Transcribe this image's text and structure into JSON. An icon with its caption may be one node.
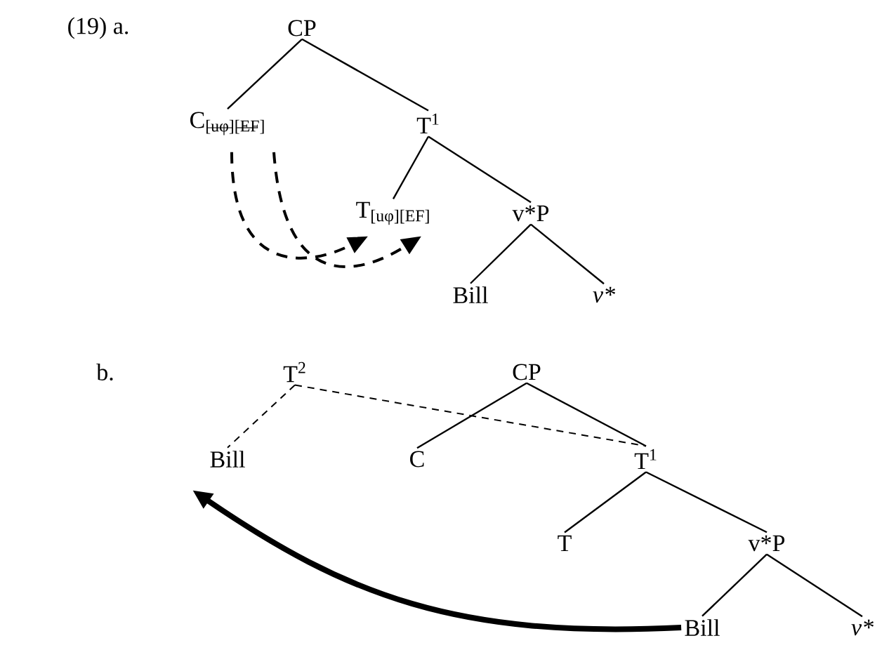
{
  "diagram": {
    "nodes": [
      {
        "text": [
          "CP"
        ]
      },
      {
        "text": [
          "C$_{[uφ][EF]}$"
        ]
      },
      {
        "text": [
          "T$^{1}$"
        ]
      },
      {
        "text": [
          "T$_{[uφ][EF]}$"
        ]
      },
      {
        "text": [
          "v*P"
        ]
      },
      {
        "text": [
          "Bill"
        ]
      },
      {
        "text": [
          "v*"
        ]
      },
      {
        "text": [
          "T$^{2}$"
        ]
      },
      {
        "text": [
          "CP"
        ]
      },
      {
        "text": [
          "Bill"
        ]
      },
      {
        "text": [
          "C"
        ]
      },
      {
        "text": [
          "T$^{1}$"
        ]
      },
      {
        "text": [
          "T"
        ]
      },
      {
        "text": [
          "v*P"
        ]
      },
      {
        "text": [
          "Bill"
        ]
      },
      {
        "text": [
          "v*"
        ]
      }
    ],
    "edges": [
      {
        "from": 0,
        "to": 1,
        "arrow": "none"
      },
      {
        "from": 0,
        "to": 2,
        "arrow": "none"
      },
      {
        "from": 2,
        "to": 3,
        "arrow": "none"
      },
      {
        "from": 2,
        "to": 4,
        "arrow": "none"
      },
      {
        "from": 4,
        "to": 5,
        "arrow": "none"
      },
      {
        "from": 4,
        "to": 6,
        "arrow": "none"
      },
      {
        "from": 1,
        "to": 3,
        "arrow": "to",
        "style": "dashed"
      },
      {
        "from": 1,
        "to": 3,
        "arrow": "to",
        "style": "dashed"
      },
      {
        "from": 7,
        "to": 9,
        "arrow": "none",
        "style": "dashed"
      },
      {
        "from": 7,
        "to": 11,
        "arrow": "none",
        "style": "dashed"
      },
      {
        "from": 8,
        "to": 10,
        "arrow": "none"
      },
      {
        "from": 8,
        "to": 11,
        "arrow": "none"
      },
      {
        "from": 11,
        "to": 12,
        "arrow": "none"
      },
      {
        "from": 11,
        "to": 13,
        "arrow": "none"
      },
      {
        "from": 13,
        "to": 14,
        "arrow": "none"
      },
      {
        "from": 13,
        "to": 15,
        "arrow": "none"
      },
      {
        "from": 14,
        "to": 9,
        "arrow": "to",
        "style": "thick"
      }
    ],
    "labels": [
      "(19) a.",
      "b."
    ]
  }
}
